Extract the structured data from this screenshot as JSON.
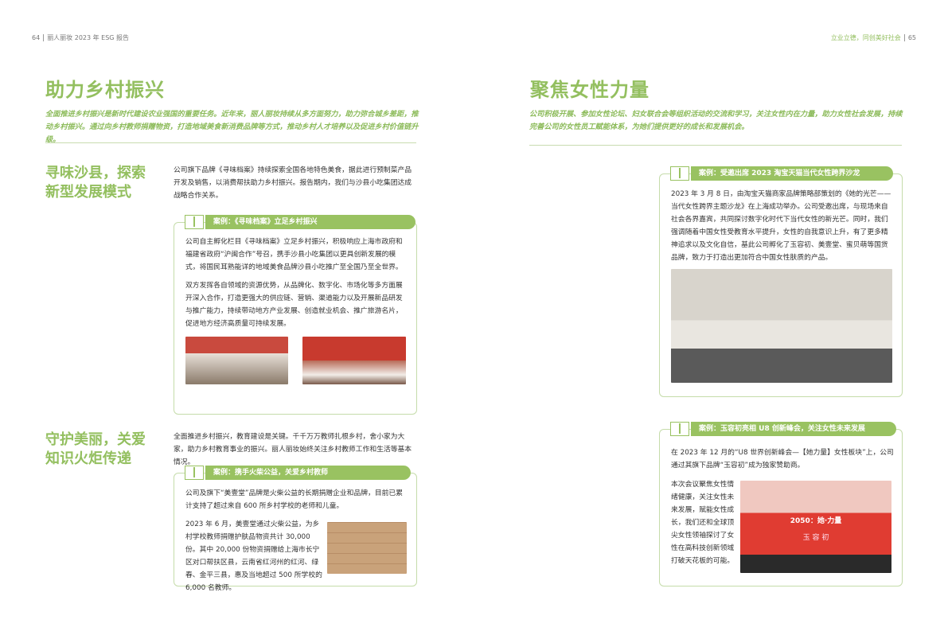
{
  "left": {
    "page_number": "64",
    "header": "丽人丽妆 2023 年 ESG 报告",
    "title": "助力乡村振兴",
    "intro": "全面推进乡村振兴是新时代建设农业强国的重要任务。近年来，丽人丽妆持续从多方面努力，助力弥合城乡差距，推动乡村振兴。通过向乡村教师捐赠物资，打造地域美食新消费品牌等方式，推动乡村人才培养以及促进乡村价值链升级。",
    "section1": {
      "heading": "寻味沙县，探索新型发展模式",
      "body": "公司旗下品牌《寻味档案》持续探索全国各地特色美食，据此进行预制菜产品开发及销售，以消费帮扶助力乡村振兴。报告期内，我们与沙县小吃集团达成战略合作关系。",
      "case_title": "案例：《寻味档案》立足乡村振兴",
      "case_p1": "公司自主孵化栏目《寻味档案》立足乡村振兴，积极响应上海市政府和福建省政府“沪闽合作”号召，携手沙县小吃集团以更具创新发展的模式，将国民耳熟能详的地域美食品牌沙县小吃推广至全国乃至全世界。",
      "case_p2": "双方发挥各自领域的资源优势，从品牌化、数字化、市场化等多方面展开深入合作，打造更强大的供应链、营销、渠道能力以及开展新品研发与推广能力，持续带动地方产业发展、创造就业机会、推广旅游名片，促进地方经济高质量可持续发展。"
    },
    "section2": {
      "heading": "守护美丽，关爱知识火炬传递",
      "body": "全面推进乡村振兴，教育建设是关键。千千万万教师扎根乡村，舍小家为大家，助力乡村教育事业的振兴。丽人丽妆始终关注乡村教师工作和生活等基本情况。",
      "case_title": "案例：携手火柴公益，关爱乡村教师",
      "case_p1": "公司及旗下“美壹堂”品牌是火柴公益的长期捐赠企业和品牌，目前已累计支持了超过来自 600 所乡村学校的老师和儿童。",
      "case_p2": "2023 年 6 月，美壹堂通过火柴公益，为乡村学校教师捐赠护肤品物资共计 30,000 份。其中 20,000 份物资捐赠给上海市长宁区对口帮扶区县，云南省红河州的红河、绿春、金平三县，惠及当地超过 500 所学校的 6,000 名教师。"
    }
  },
  "right": {
    "page_number": "65",
    "header": "立业立德，同创美好社会",
    "title": "聚焦女性力量",
    "intro": "公司积极开展、参加女性论坛、妇女联合会等组织活动的交流和学习，关注女性内在力量，助力女性社会发展，持续完善公司的女性员工赋能体系，为她们提供更好的成长和发展机会。",
    "case1": {
      "title": "案例：受邀出席 2023 淘宝天猫当代女性跨界沙龙",
      "body": "2023 年 3 月 8 日，由淘宝天猫商家品牌策略部策划的《她的光芒——当代女性跨界主题沙龙》在上海成功举办。公司受邀出席，与现场来自社会各界嘉宾，共同探讨数字化时代下当代女性的新光芒。同时，我们强调随着中国女性受教育水平提升，女性的自我意识上升，有了更多精神追求以及文化自信，基此公司孵化了玉容初、美壹堂、蜜贝萌等国货品牌，致力于打造出更加符合中国女性肤质的产品。"
    },
    "case2": {
      "title": "案例：玉容初亮相 U8 创新峰会，关注女性未来发展",
      "body1": "在 2023 年 12 月的“U8 世界创新峰会—【她力量】女性板块”上，公司通过其旗下品牌“玉容初”成为独家赞助商。",
      "body2": "本次会议聚焦女性情绪健康，关注女性未来发展，赋能女性成长，我们还和全球顶尖女性领袖探讨了女性在高科技创新领域打破天花板的可能。",
      "photo_banner": "2050：她·力量",
      "photo_brand": "玉 容 初"
    }
  },
  "colors": {
    "accent": "#93bf5f",
    "bar": "#99c261"
  }
}
